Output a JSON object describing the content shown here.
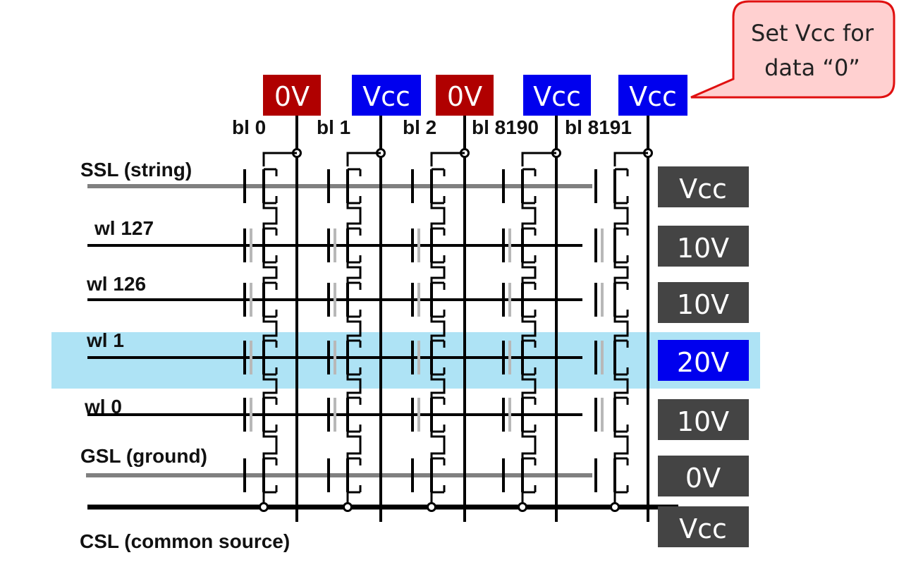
{
  "callout": {
    "line1": "Set Vcc for",
    "line2": "data “0”"
  },
  "bitline_voltages": [
    {
      "text": "0V",
      "color": "#b00000"
    },
    {
      "text": "Vcc",
      "color": "#0000ee"
    },
    {
      "text": "0V",
      "color": "#b00000"
    },
    {
      "text": "Vcc",
      "color": "#0000ee"
    },
    {
      "text": "Vcc",
      "color": "#0000ee"
    }
  ],
  "bitline_labels": [
    "bl 0",
    "bl 1",
    "bl 2",
    "bl 8190",
    "bl 8191"
  ],
  "rows": [
    {
      "label": "SSL (string)",
      "voltage": "Vcc",
      "color": "#444444",
      "type": "select"
    },
    {
      "label": "wl 127",
      "voltage": "10V",
      "color": "#444444",
      "type": "word"
    },
    {
      "label": "wl 126",
      "voltage": "10V",
      "color": "#444444",
      "type": "word"
    },
    {
      "label": "wl 1",
      "voltage": "20V",
      "color": "#0000ee",
      "type": "word",
      "selected": true
    },
    {
      "label": "wl 0",
      "voltage": "10V",
      "color": "#444444",
      "type": "word"
    },
    {
      "label": "GSL (ground)",
      "voltage": "0V",
      "color": "#444444",
      "type": "select"
    }
  ],
  "csl": {
    "label": "CSL (common source)",
    "voltage": "Vcc",
    "color": "#444444"
  },
  "highlight_color": "#aee3f5"
}
